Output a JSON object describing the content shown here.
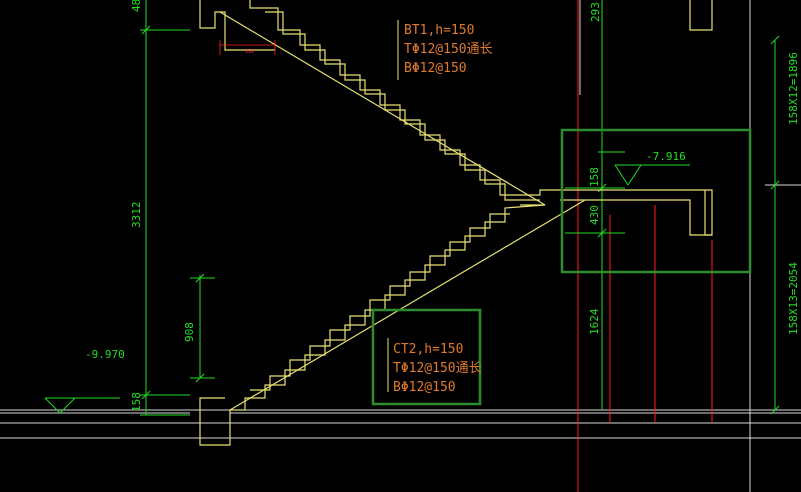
{
  "colors": {
    "background": "#000000",
    "stair_outline": "#e8e070",
    "dimension": "#22dd22",
    "annotation": "#e07a2a",
    "rebar_red": "#ff2020",
    "highlight_box": "#2e8b2e",
    "structure_white": "#d8d8d8"
  },
  "annotations": {
    "bt1": {
      "line1": "BT1,h=150",
      "line2": "TΦ12@150通长",
      "line3": "BΦ12@150"
    },
    "ct2": {
      "line1": "CT2,h=150",
      "line2": "TΦ12@150通长",
      "line3": "BΦ12@150"
    }
  },
  "dimensions": {
    "height_total": "3312",
    "top_partial": "48",
    "landing_step": "908",
    "bottom_158": "158",
    "top_right_293": "293",
    "right_upper": "158X12=1896",
    "right_lower": "158X13=2054",
    "level_top": "-7.916",
    "level_bottom": "-9.970",
    "landing_158": "158",
    "landing_430": "430",
    "lower_1624": "1624",
    "small_350": "350"
  }
}
